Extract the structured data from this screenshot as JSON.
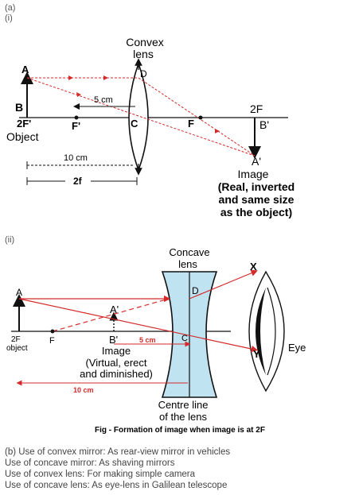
{
  "part_a_label": "(a)",
  "sub_i_label": "(i)",
  "sub_ii_label": "(ii)",
  "diagram1": {
    "lens_title_1": "Convex",
    "lens_title_2": "lens",
    "A": "A",
    "B": "B",
    "D": "D",
    "C": "C",
    "F_left": "F'",
    "F_right": "F",
    "twoF_left": "2F'",
    "twoF_right": "2F",
    "B_prime": "B'",
    "A_prime": "A'",
    "object": "Object",
    "dist_5cm": "5 cm",
    "dist_10cm": "10 cm",
    "dist_2f": "2f",
    "image_1": "Image",
    "image_2": "(Real, inverted",
    "image_3": "and same size",
    "image_4": "as the object)"
  },
  "diagram2": {
    "lens_title_1": "Concave",
    "lens_title_2": "lens",
    "A": "A",
    "A_prime": "A'",
    "B_prime": "B'",
    "D": "D",
    "C": "C",
    "X": "X",
    "Y": "Y",
    "F": "F",
    "twoF": "2F",
    "object": "object",
    "eye": "Eye",
    "dist_5cm": "5 cm",
    "dist_10cm": "10 cm",
    "image_1": "Image",
    "image_2": "(Virtual, erect",
    "image_3": "and diminished)",
    "centre_1": "Centre line",
    "centre_2": "of the lens",
    "caption": "Fig - Formation of image when image is at 2F"
  },
  "part_b": [
    "(b) Use of convex mirror: As rear-view mirror in vehicles",
    "Use of concave mirror: As shaving mirrors",
    "Use of convex lens: For making simple camera",
    "Use of concave lens: As eye-lens in Galilean telescope"
  ],
  "colors": {
    "ray": "#d42a2a",
    "lens": "#bfe3f0",
    "ink": "#111111"
  }
}
